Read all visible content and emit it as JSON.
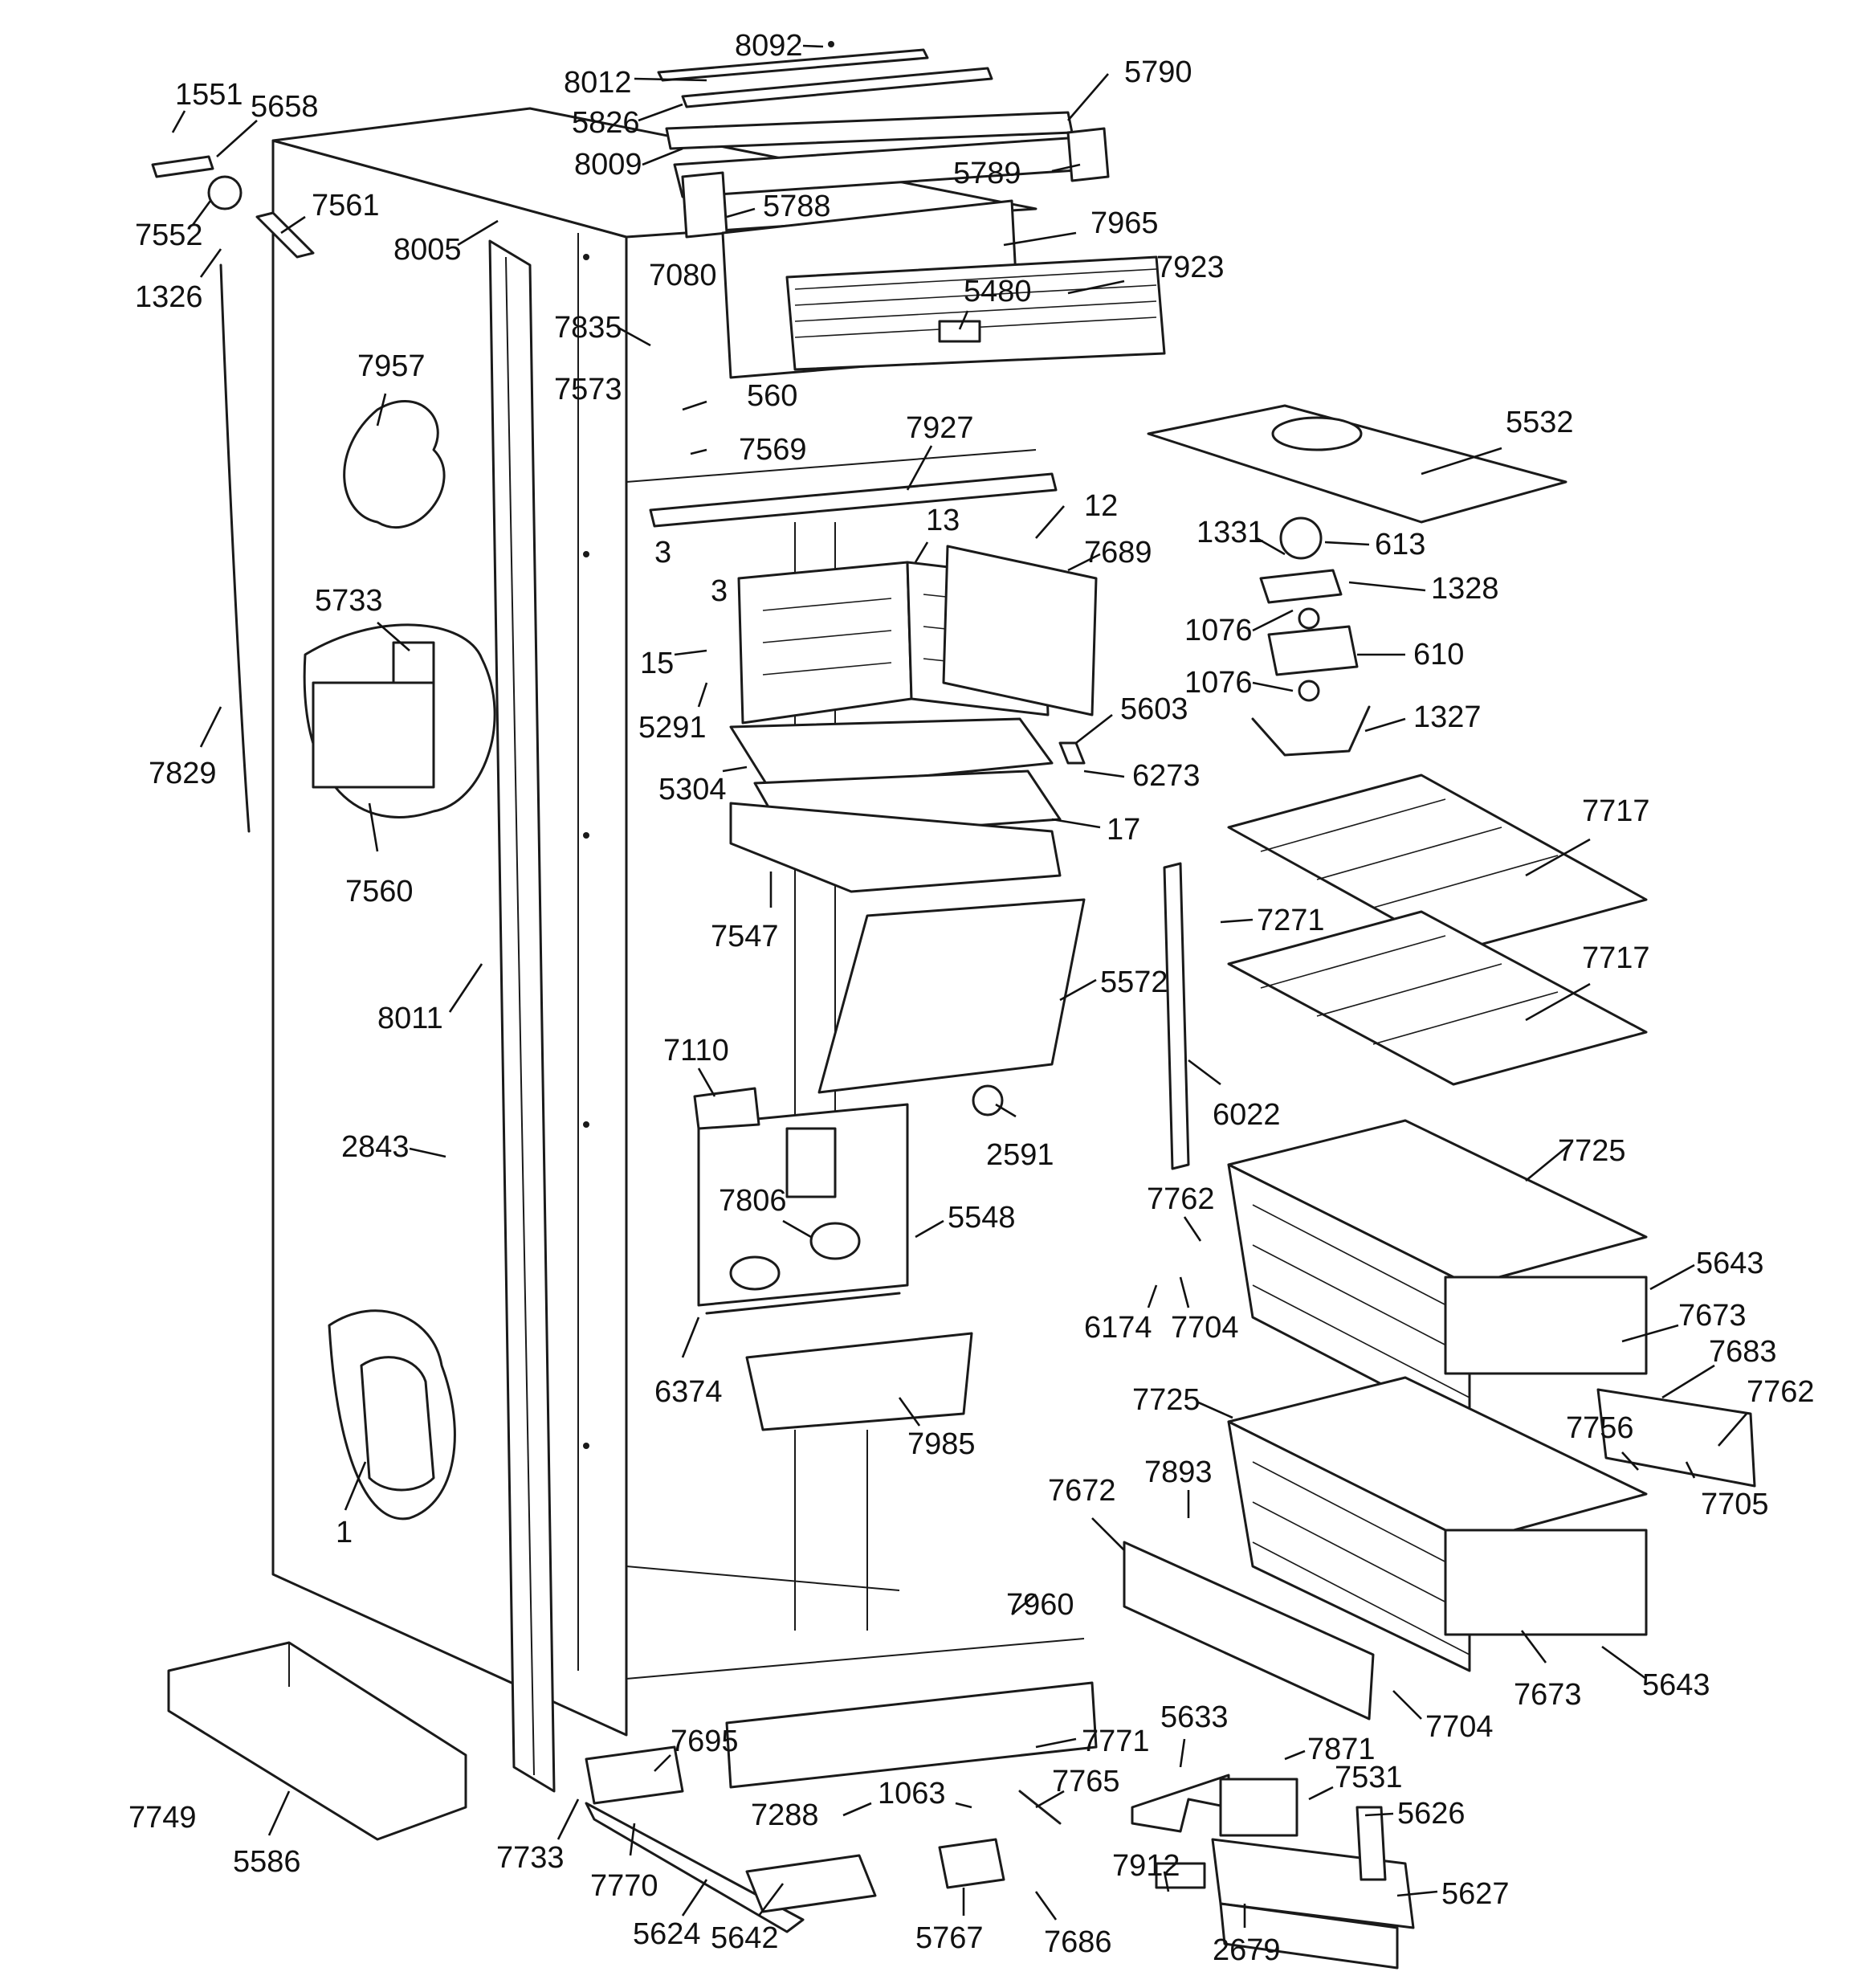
{
  "diagram": {
    "callouts": [
      {
        "id": "c8092",
        "text": "8092"
      },
      {
        "id": "c8012",
        "text": "8012"
      },
      {
        "id": "c5790",
        "text": "5790"
      },
      {
        "id": "c5826",
        "text": "5826"
      },
      {
        "id": "c8009",
        "text": "8009"
      },
      {
        "id": "c5789",
        "text": "5789"
      },
      {
        "id": "c5788",
        "text": "5788"
      },
      {
        "id": "c1551",
        "text": "1551"
      },
      {
        "id": "c5658",
        "text": "5658"
      },
      {
        "id": "c7552",
        "text": "7552"
      },
      {
        "id": "c7561",
        "text": "7561"
      },
      {
        "id": "c1326",
        "text": "1326"
      },
      {
        "id": "c8005",
        "text": "8005"
      },
      {
        "id": "c7965",
        "text": "7965"
      },
      {
        "id": "c7923",
        "text": "7923"
      },
      {
        "id": "c7080",
        "text": "7080"
      },
      {
        "id": "c5480",
        "text": "5480"
      },
      {
        "id": "c7835",
        "text": "7835"
      },
      {
        "id": "c7573",
        "text": "7573"
      },
      {
        "id": "c560",
        "text": "560"
      },
      {
        "id": "c7957",
        "text": "7957"
      },
      {
        "id": "c7569",
        "text": "7569"
      },
      {
        "id": "c7927",
        "text": "7927"
      },
      {
        "id": "c5532",
        "text": "5532"
      },
      {
        "id": "c12",
        "text": "12"
      },
      {
        "id": "c1331",
        "text": "1331"
      },
      {
        "id": "c613",
        "text": "613"
      },
      {
        "id": "c3a",
        "text": "3"
      },
      {
        "id": "c13",
        "text": "13"
      },
      {
        "id": "c7689",
        "text": "7689"
      },
      {
        "id": "c3b",
        "text": "3"
      },
      {
        "id": "c1328",
        "text": "1328"
      },
      {
        "id": "c5733",
        "text": "5733"
      },
      {
        "id": "c1076a",
        "text": "1076"
      },
      {
        "id": "c610",
        "text": "610"
      },
      {
        "id": "c15",
        "text": "15"
      },
      {
        "id": "c1076b",
        "text": "1076"
      },
      {
        "id": "c5291",
        "text": "5291"
      },
      {
        "id": "c5603",
        "text": "5603"
      },
      {
        "id": "c1327",
        "text": "1327"
      },
      {
        "id": "c7829",
        "text": "7829"
      },
      {
        "id": "c5304",
        "text": "5304"
      },
      {
        "id": "c6273",
        "text": "6273"
      },
      {
        "id": "c7717a",
        "text": "7717"
      },
      {
        "id": "c17",
        "text": "17"
      },
      {
        "id": "c7560",
        "text": "7560"
      },
      {
        "id": "c7271",
        "text": "7271"
      },
      {
        "id": "c7547",
        "text": "7547"
      },
      {
        "id": "c7717b",
        "text": "7717"
      },
      {
        "id": "c5572",
        "text": "5572"
      },
      {
        "id": "c8011",
        "text": "8011"
      },
      {
        "id": "c7110",
        "text": "7110"
      },
      {
        "id": "c6022",
        "text": "6022"
      },
      {
        "id": "c2843",
        "text": "2843"
      },
      {
        "id": "c2591",
        "text": "2591"
      },
      {
        "id": "c7725a",
        "text": "7725"
      },
      {
        "id": "c7762a",
        "text": "7762"
      },
      {
        "id": "c7806",
        "text": "7806"
      },
      {
        "id": "c5548",
        "text": "5548"
      },
      {
        "id": "c5643a",
        "text": "5643"
      },
      {
        "id": "c6174",
        "text": "6174"
      },
      {
        "id": "c7704a",
        "text": "7704"
      },
      {
        "id": "c7673a",
        "text": "7673"
      },
      {
        "id": "c7683",
        "text": "7683"
      },
      {
        "id": "c6374",
        "text": "6374"
      },
      {
        "id": "c7762b",
        "text": "7762"
      },
      {
        "id": "c7725b",
        "text": "7725"
      },
      {
        "id": "c7985",
        "text": "7985"
      },
      {
        "id": "c7756",
        "text": "7756"
      },
      {
        "id": "c7893",
        "text": "7893"
      },
      {
        "id": "c7705",
        "text": "7705"
      },
      {
        "id": "c1",
        "text": "1"
      },
      {
        "id": "c7672",
        "text": "7672"
      },
      {
        "id": "c7960",
        "text": "7960"
      },
      {
        "id": "c7673b",
        "text": "7673"
      },
      {
        "id": "c5643b",
        "text": "5643"
      },
      {
        "id": "c7704b",
        "text": "7704"
      },
      {
        "id": "c7695",
        "text": "7695"
      },
      {
        "id": "c7771",
        "text": "7771"
      },
      {
        "id": "c5633",
        "text": "5633"
      },
      {
        "id": "c7871",
        "text": "7871"
      },
      {
        "id": "c7749",
        "text": "7749"
      },
      {
        "id": "c1063",
        "text": "1063"
      },
      {
        "id": "c7765",
        "text": "7765"
      },
      {
        "id": "c7531",
        "text": "7531"
      },
      {
        "id": "c7288",
        "text": "7288"
      },
      {
        "id": "c5626",
        "text": "5626"
      },
      {
        "id": "c7733",
        "text": "7733"
      },
      {
        "id": "c5586",
        "text": "5586"
      },
      {
        "id": "c7770",
        "text": "7770"
      },
      {
        "id": "c7912",
        "text": "7912"
      },
      {
        "id": "c5627",
        "text": "5627"
      },
      {
        "id": "c5624",
        "text": "5624"
      },
      {
        "id": "c5642",
        "text": "5642"
      },
      {
        "id": "c5767",
        "text": "5767"
      },
      {
        "id": "c7686",
        "text": "7686"
      },
      {
        "id": "c2679",
        "text": "2679"
      }
    ]
  }
}
